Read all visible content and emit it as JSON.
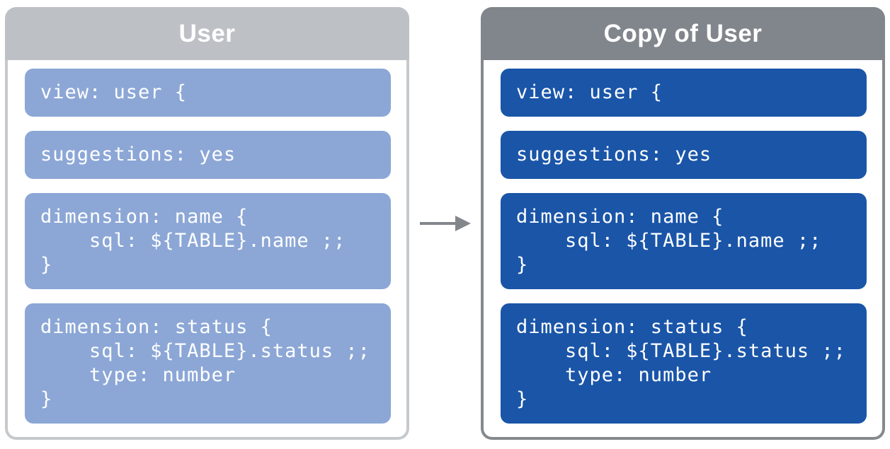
{
  "diagram": {
    "description": "LookML view copy diagram: original view block copied into a new view",
    "arrow_color": "#83878c",
    "left_panel": {
      "title": "User",
      "header_color": "#bdc1c6",
      "body_border_color": "#c6c9cc",
      "block_color": "#8ca7d6",
      "text_color": "#ffffff",
      "blocks": [
        {
          "text": "view: user {"
        },
        {
          "text": "suggestions: yes"
        },
        {
          "text": "dimension: name {\n    sql: ${TABLE}.name ;;\n}"
        },
        {
          "text": "dimension: status {\n    sql: ${TABLE}.status ;;\n    type: number\n}"
        }
      ]
    },
    "right_panel": {
      "title": "Copy of User",
      "header_color": "#80868b",
      "body_border_color": "#85898d",
      "block_color": "#1a55a8",
      "text_color": "#ffffff",
      "blocks": [
        {
          "text": "view: user {"
        },
        {
          "text": "suggestions: yes"
        },
        {
          "text": "dimension: name {\n    sql: ${TABLE}.name ;;\n}"
        },
        {
          "text": "dimension: status {\n    sql: ${TABLE}.status ;;\n    type: number\n}"
        }
      ]
    }
  }
}
